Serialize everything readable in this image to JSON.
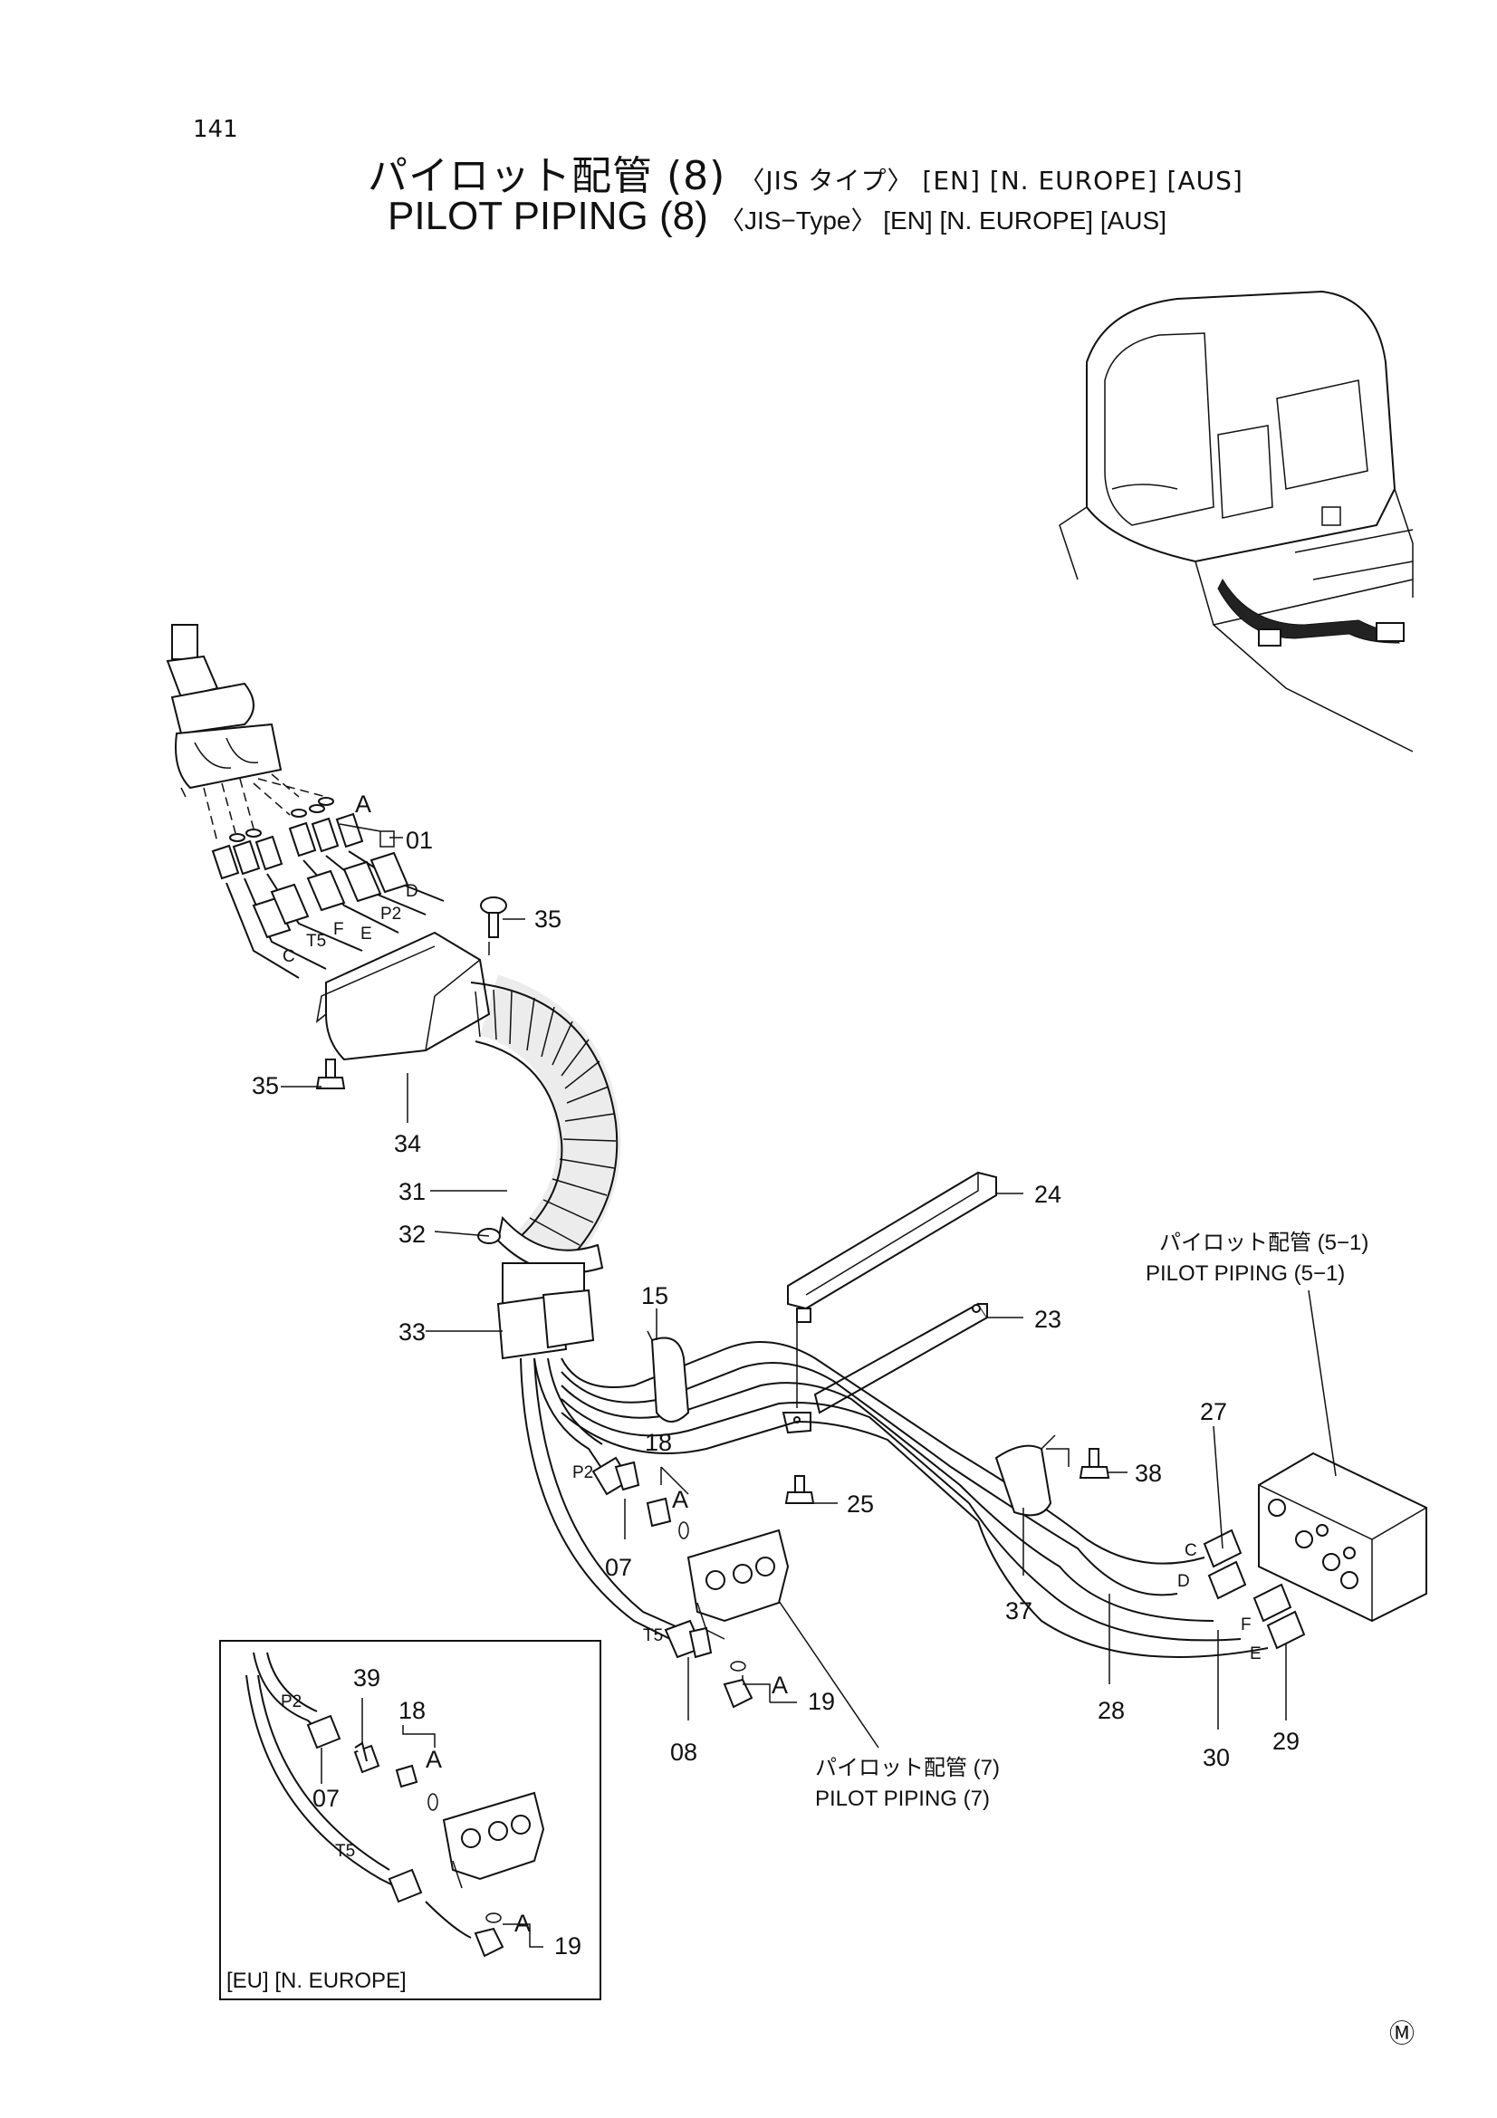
{
  "page_number": "141",
  "title": {
    "jp_main": "パイロット配管 (8)",
    "jp_sub": "〈JIS タイプ〉 [EN] [N. EUROPE] [AUS]",
    "en_main": "PILOT  PIPING  (8)",
    "en_sub": "〈JIS−Type〉 [EN] [N. EUROPE] [AUS]"
  },
  "part_labels": [
    "01",
    "35",
    "35",
    "34",
    "31",
    "32",
    "33",
    "24",
    "23",
    "15",
    "18",
    "07",
    "08",
    "19",
    "25",
    "38",
    "37",
    "28",
    "30",
    "29",
    "27"
  ],
  "port_labels": {
    "A_upper": "A",
    "D": "D",
    "P2": "P2",
    "F": "F",
    "E": "E",
    "T5": "T5",
    "C": "C",
    "P2_hose": "P2",
    "A_mid": "A",
    "T5_hose": "T5",
    "A_lower": "A",
    "C_valve": "C",
    "D_valve": "D",
    "F_valve": "F",
    "E_valve": "E"
  },
  "references": {
    "pilot_5_1_jp": "パイロット配管 (5−1)",
    "pilot_5_1_en": "PILOT PIPING (5−1)",
    "pilot_7_jp": "パイロット配管 (7)",
    "pilot_7_en": "PILOT  PIPING (7)"
  },
  "inset": {
    "caption": "[EU] [N. EUROPE]",
    "part_labels": [
      "39",
      "18",
      "07",
      "19"
    ],
    "port_labels": [
      "P2",
      "A",
      "T5",
      "A"
    ]
  },
  "mark": "Ⓜ"
}
